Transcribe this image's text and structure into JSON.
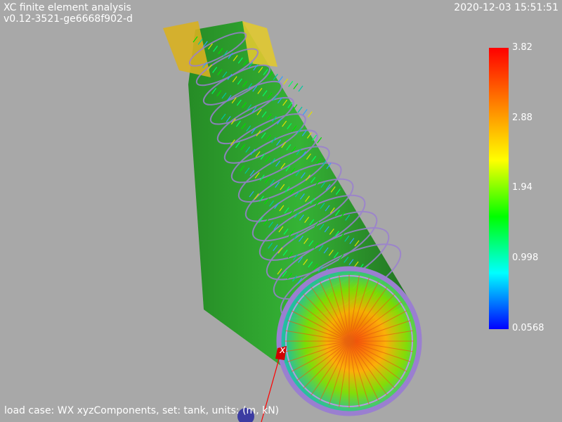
{
  "header": {
    "title": "XC finite element analysis",
    "version": "v0.12-3521-ge6668f902-d",
    "timestamp": "2020-12-03 15:51:51"
  },
  "footer": {
    "caption": "load case: WX xyzComponents, set: tank, units: (m, kN)"
  },
  "axis": {
    "x_label": "x"
  },
  "colorbar": {
    "labels": [
      "3.82",
      "2.88",
      "1.94",
      "0.998",
      "0.0568"
    ],
    "min": 0.0568,
    "max": 3.82,
    "colors": [
      "#ff0000",
      "#ff8000",
      "#ffff00",
      "#00ff00",
      "#00ffff",
      "#0000ff"
    ]
  },
  "colors": {
    "background": "#a8a8a8",
    "ring": "#9a7fd0",
    "text": "#ffffff"
  }
}
